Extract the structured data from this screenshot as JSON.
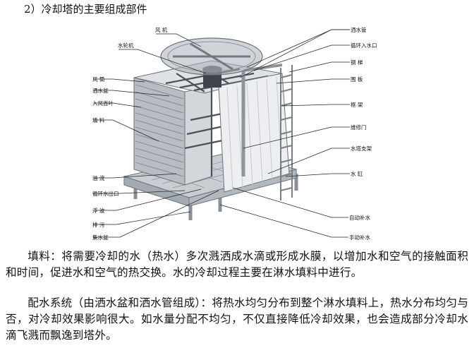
{
  "heading": "2）冷却塔的主要组成部件",
  "labels": {
    "fan": "风 机",
    "water_wheel": "水轮机",
    "fan_duct": "风 筒",
    "sprinkler_basin": "洒水盆",
    "air_inlet_louver": "入风百叶",
    "fill": "填 料",
    "drift": "溢 流",
    "circulating_outlet": "循环水出口",
    "float": "浮 波",
    "drain": "排 污",
    "collecting_basin": "集水盆",
    "sprinkler_pipe": "洒水管",
    "circulating_inlet": "循环入水口",
    "ladder": "钢 梯",
    "panel": "围 板",
    "frame": "框 架",
    "access_door": "维修门",
    "tower_support": "水塔支架",
    "water_tank": "水 缸",
    "auto_makeup": "自动补水",
    "manual_makeup": "手动补水"
  },
  "paragraphs": [
    "填料：将需要冷却的水（热水）多次溅洒成水滴或形成水膜，以增加水和空气的接触面积和时间，促进水和空气的热交换。水的冷却过程主要在淋水填料中进行。",
    "配水系统（由洒水盆和洒水管组成）：将热水均匀分布到整个淋水填料上，热水分布均匀与否，对冷却效果影响很大。如水量分配不均匀，不仅直接降低冷却效果，也会造成部分冷却水滴飞溅而飘逸到塔外。"
  ]
}
